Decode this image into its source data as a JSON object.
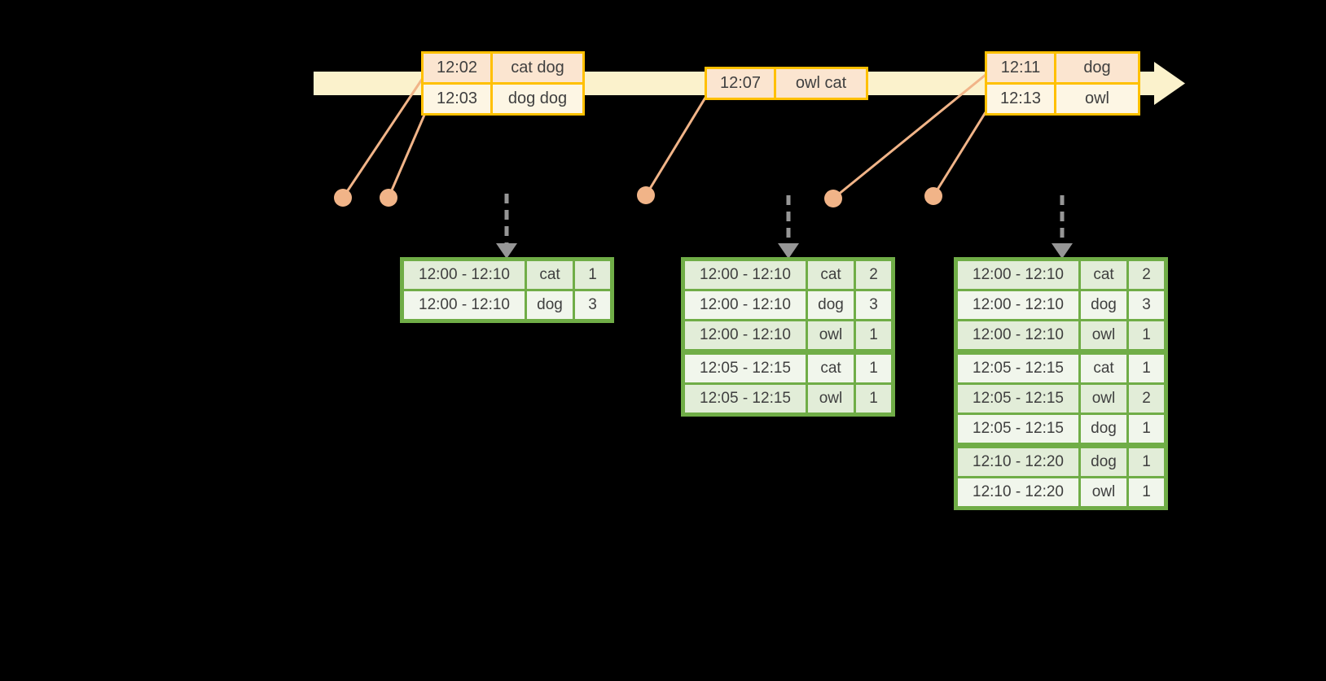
{
  "colors": {
    "background": "#000000",
    "timeline_bar": "#FBF2CC",
    "event_table_border": "#FFC000",
    "event_row_peach": "#FBE5D0",
    "event_row_cream": "#FDF6E4",
    "event_dot_orange": "#F1B488",
    "trigger_arrow_gray": "#969696",
    "result_table_border": "#70AD47",
    "result_row_dark": "#E2EDD8",
    "result_row_light": "#F1F6EC",
    "text": "#3F3F3F"
  },
  "icons": {
    "timeline_arrowhead": "right-arrow",
    "trigger_arrow": "dashed-down-arrow",
    "event_dot": "filled-circle"
  },
  "event_tables": [
    {
      "rows": [
        {
          "time": "12:02",
          "data": "cat dog"
        },
        {
          "time": "12:03",
          "data": "dog dog"
        }
      ]
    },
    {
      "rows": [
        {
          "time": "12:07",
          "data": "owl cat"
        }
      ]
    },
    {
      "rows": [
        {
          "time": "12:11",
          "data": "dog"
        },
        {
          "time": "12:13",
          "data": "owl"
        }
      ]
    }
  ],
  "result_tables": [
    {
      "rows": [
        {
          "window": "12:00 - 12:10",
          "word": "cat",
          "count": "1"
        },
        {
          "window": "12:00 - 12:10",
          "word": "dog",
          "count": "3"
        }
      ]
    },
    {
      "rows": [
        {
          "window": "12:00 - 12:10",
          "word": "cat",
          "count": "2"
        },
        {
          "window": "12:00 - 12:10",
          "word": "dog",
          "count": "3"
        },
        {
          "window": "12:00 - 12:10",
          "word": "owl",
          "count": "1"
        },
        {
          "window": "12:05 - 12:15",
          "word": "cat",
          "count": "1"
        },
        {
          "window": "12:05 - 12:15",
          "word": "owl",
          "count": "1"
        }
      ]
    },
    {
      "rows": [
        {
          "window": "12:00 - 12:10",
          "word": "cat",
          "count": "2"
        },
        {
          "window": "12:00 - 12:10",
          "word": "dog",
          "count": "3"
        },
        {
          "window": "12:00 - 12:10",
          "word": "owl",
          "count": "1"
        },
        {
          "window": "12:05 - 12:15",
          "word": "cat",
          "count": "1"
        },
        {
          "window": "12:05 - 12:15",
          "word": "owl",
          "count": "2"
        },
        {
          "window": "12:05 - 12:15",
          "word": "dog",
          "count": "1"
        },
        {
          "window": "12:10 - 12:20",
          "word": "dog",
          "count": "1"
        },
        {
          "window": "12:10 - 12:20",
          "word": "owl",
          "count": "1"
        }
      ]
    }
  ]
}
